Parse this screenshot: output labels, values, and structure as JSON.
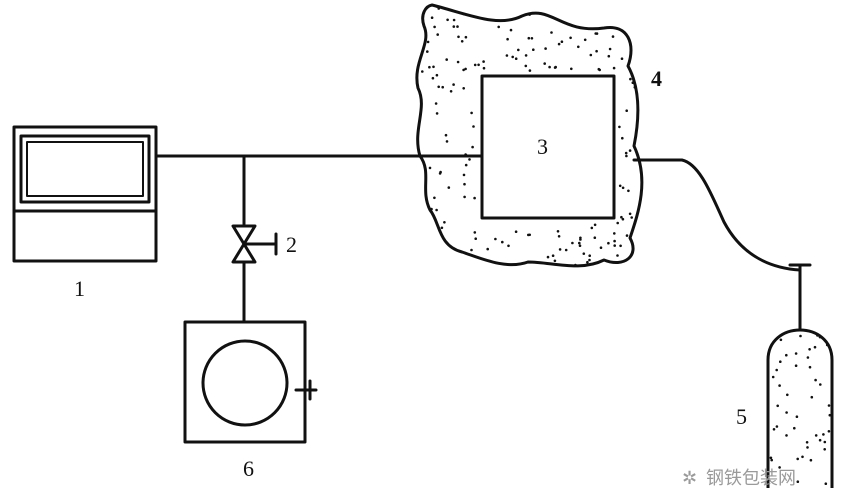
{
  "labels": {
    "monitor": "1",
    "valve": "2",
    "chamber": "3",
    "insulation": "4",
    "gas_cylinder": "5",
    "pump": "6"
  },
  "watermark": {
    "text": "钢铁包装网"
  },
  "colors": {
    "stroke": "#111111",
    "background": "#ffffff",
    "watermark": "#9a9a9a"
  }
}
